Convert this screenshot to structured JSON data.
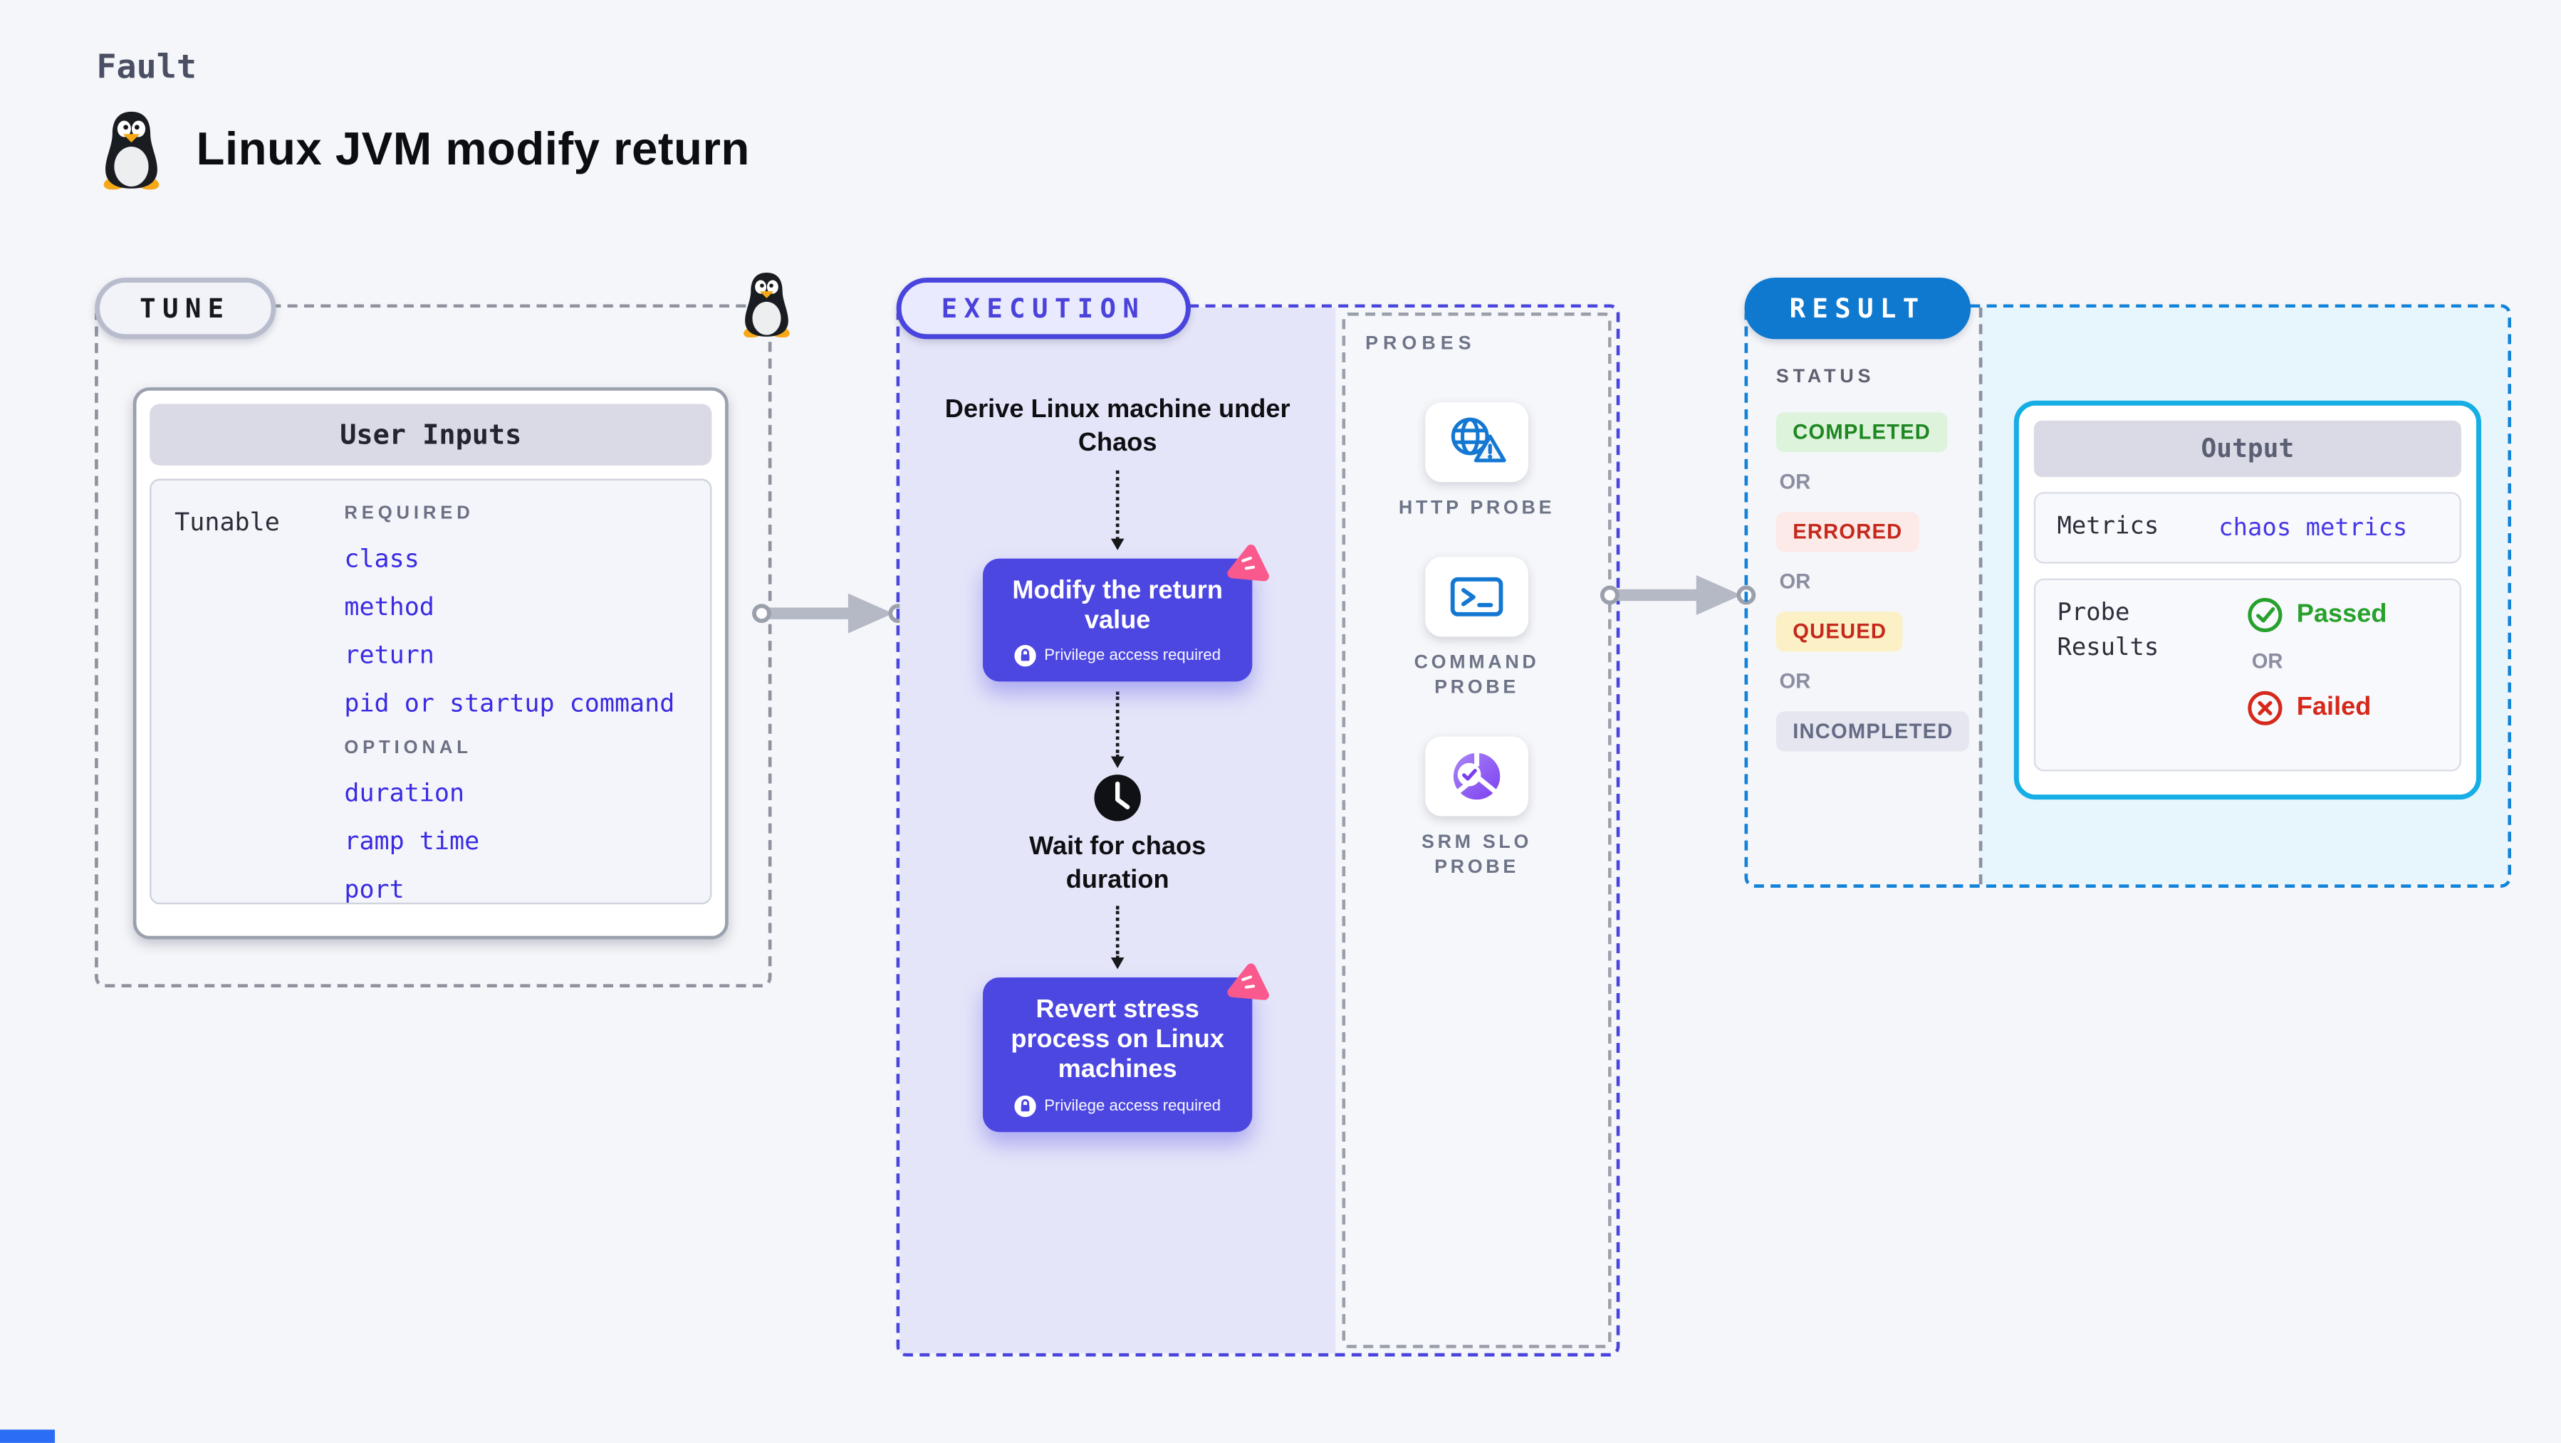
{
  "page": {
    "eyebrow": "Fault",
    "title": "Linux JVM modify return"
  },
  "tune": {
    "label": "TUNE",
    "card": {
      "header": "User Inputs",
      "row_label": "Tunable",
      "required_label": "REQUIRED",
      "required_items": [
        "class",
        "method",
        "return",
        "pid or startup command"
      ],
      "optional_label": "OPTIONAL",
      "optional_items": [
        "duration",
        "ramp time",
        "port"
      ]
    }
  },
  "execution": {
    "label": "EXECUTION",
    "steps": {
      "derive": "Derive Linux machine under Chaos",
      "modify": {
        "title": "Modify the return value",
        "badge": "Privilege access required"
      },
      "wait": "Wait for chaos duration",
      "revert": {
        "title": "Revert stress process on Linux machines",
        "badge": "Privilege access required"
      }
    },
    "probes": {
      "label": "PROBES",
      "items": [
        {
          "icon": "globe-warning-icon",
          "label": "HTTP PROBE"
        },
        {
          "icon": "terminal-icon",
          "label": "COMMAND\nPROBE"
        },
        {
          "icon": "slo-donut-icon",
          "label": "SRM SLO\nPROBE"
        }
      ]
    }
  },
  "result": {
    "label": "RESULT",
    "status": {
      "label": "STATUS",
      "or_label": "OR",
      "badges": [
        {
          "label": "COMPLETED",
          "bg": "#ddf3dc",
          "color": "#1e8722"
        },
        {
          "label": "ERRORED",
          "bg": "#fceae8",
          "color": "#c6281c"
        },
        {
          "label": "QUEUED",
          "bg": "#fbf0c6",
          "color": "#c6281c"
        },
        {
          "label": "INCOMPLETED",
          "bg": "#e5e6ef",
          "color": "#666b85"
        }
      ]
    },
    "output": {
      "header": "Output",
      "metrics_label": "Metrics",
      "metrics_value": "chaos metrics",
      "probe_label": "Probe Results",
      "passed_label": "Passed",
      "or_label": "OR",
      "failed_label": "Failed"
    }
  },
  "colors": {
    "page_bg": "#f5f6f9",
    "lavender_panel": "#e5e5f9",
    "execution_accent": "#4a46dd",
    "chaos_node": "#4d47e1",
    "chaos_icon_pink": "#f9598c",
    "result_accent": "#1283d8",
    "output_border": "#15aee5",
    "output_value_blue": "#4537e5",
    "input_item_blue": "#3a2be2",
    "probe_icon_blue": "#1478d2",
    "slo_purple": "#7c3ff0",
    "passed_green": "#27a12b",
    "failed_red": "#d6281b",
    "arrow_gray": "#b5b8c5"
  }
}
